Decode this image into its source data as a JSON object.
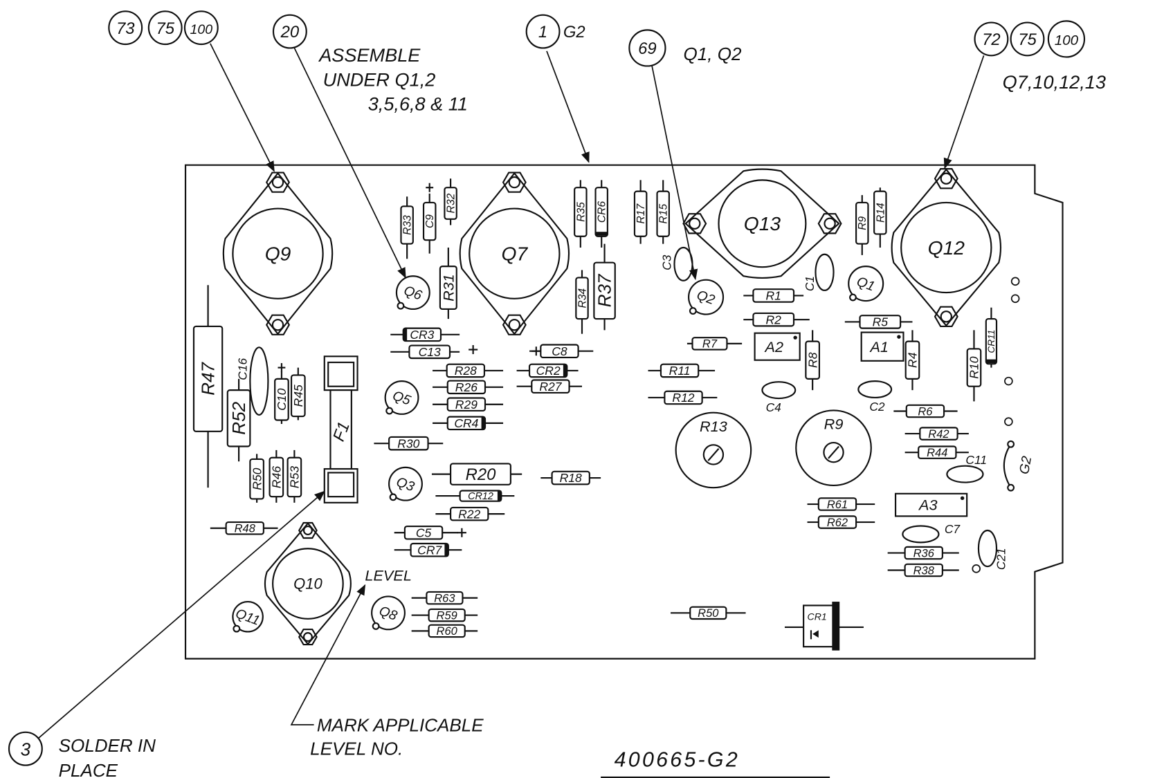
{
  "drawing_number": "400665-G2",
  "callouts": {
    "top_left": [
      "73",
      "75",
      "100"
    ],
    "insulator": "20",
    "board": "1",
    "board_suffix": "G2",
    "transistor_pad": "69",
    "transistor_pad_note": "Q1, Q2",
    "top_right": [
      "72",
      "75",
      "100"
    ],
    "top_right_note": "Q7,10,12,13",
    "solder": "3"
  },
  "notes": {
    "assemble_line1": "ASSEMBLE",
    "assemble_line2": "UNDER Q1,2",
    "assemble_line3": "3,5,6,8 & 11",
    "solder_line1": "SOLDER IN",
    "solder_line2": "PLACE",
    "mark_line1": "MARK APPLICABLE",
    "mark_line2": "LEVEL NO.",
    "level": "LEVEL"
  },
  "power_transistors": [
    "Q9",
    "Q7",
    "Q12",
    "Q10",
    "Q13"
  ],
  "small_transistors": [
    "Q6",
    "Q5",
    "Q3",
    "Q8",
    "Q11",
    "Q2",
    "Q1"
  ],
  "trimpots": [
    "R13",
    "R9"
  ],
  "vertical_parts": [
    "R33",
    "C9",
    "R32",
    "R31",
    "R35",
    "CR6",
    "R34",
    "R37",
    "R17",
    "R15",
    "R9",
    "R14",
    "R8",
    "R4",
    "R10",
    "CR11",
    "R47",
    "R52",
    "C10",
    "R45",
    "R50",
    "R46",
    "R53"
  ],
  "horizontal_parts": [
    "CR3",
    "C13",
    "R28",
    "R26",
    "R29",
    "CR4",
    "C8",
    "CR2",
    "R27",
    "R30",
    "R20",
    "CR12",
    "R22",
    "C5",
    "CR7",
    "R18",
    "R48",
    "R63",
    "R59",
    "R60",
    "R50",
    "R1",
    "R2",
    "R7",
    "R5",
    "R11",
    "R12",
    "R6",
    "R42",
    "R44",
    "R61",
    "R62",
    "R36",
    "R38"
  ],
  "ics": [
    "A2",
    "A1",
    "A3"
  ],
  "capacitors_oval": [
    "C16",
    "C3",
    "C1",
    "C4",
    "C2",
    "C11",
    "C7",
    "C21"
  ],
  "fuse": "F1",
  "diode": "CR1",
  "jumper": "G2"
}
